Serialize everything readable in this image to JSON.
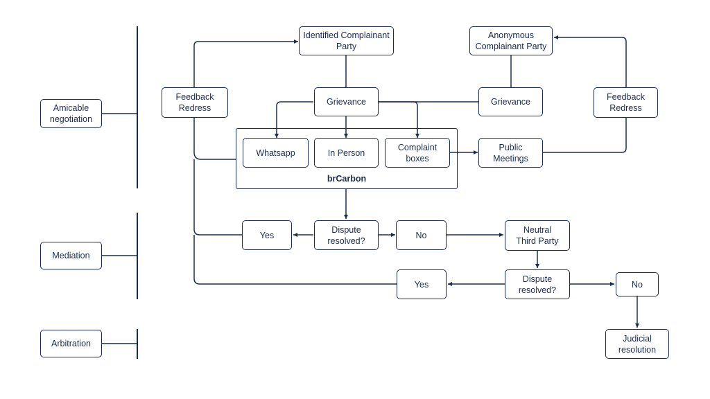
{
  "stages": {
    "amicable": "Amicable negotiation",
    "mediation": "Mediation",
    "arbitration": "Arbitration"
  },
  "nodes": {
    "identified_party": "Identified Complainant Party",
    "anonymous_party": "Anonymous Complainant Party",
    "feedback_left": "Feedback Redress",
    "feedback_right": "Feedback Redress",
    "grievance_left": "Grievance",
    "grievance_right": "Grievance",
    "whatsapp": "Whatsapp",
    "in_person": "In Person",
    "complaint_boxes": "Complaint boxes",
    "public_meetings": "Public Meetings",
    "container_label": "brCarbon",
    "yes_1": "Yes",
    "dispute_resolved_1": "Dispute resolved?",
    "no_1": "No",
    "neutral_third_party": "Neutral Third Party",
    "yes_2": "Yes",
    "dispute_resolved_2": "Dispute resolved?",
    "no_2": "No",
    "judicial_resolution": "Judicial resolution"
  },
  "colors": {
    "stroke": "#1b2d4f",
    "background": "#ffffff"
  }
}
